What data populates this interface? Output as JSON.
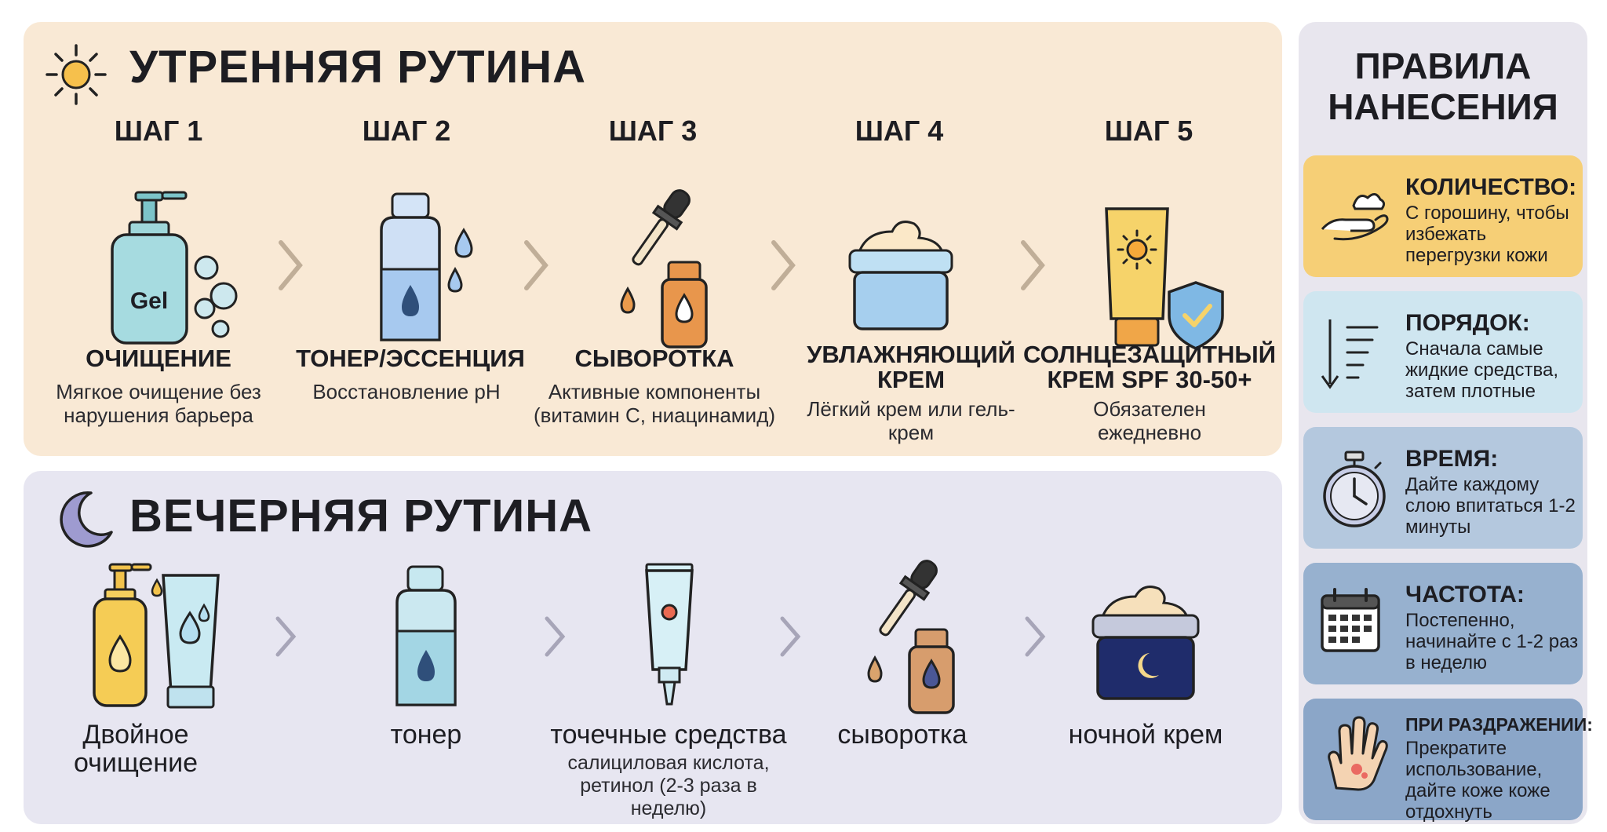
{
  "morning": {
    "title": "УТРЕННЯЯ РУТИНА",
    "steps": [
      {
        "label": "ШАГ 1",
        "name": "ОЧИЩЕНИЕ",
        "desc": "Мягкое очищение без нарушения барьера",
        "icon_label": "Gel"
      },
      {
        "label": "ШАГ 2",
        "name": "ТОНЕР/ЭССЕНЦИЯ",
        "desc": "Восстановление pH"
      },
      {
        "label": "ШАГ 3",
        "name": "СЫВОРОТКА",
        "desc": "Активные компоненты (витамин C, ниацинамид)"
      },
      {
        "label": "ШАГ 4",
        "name": "УВЛАЖНЯЮЩИЙ КРЕМ",
        "desc": "Лёгкий крем или гель-крем"
      },
      {
        "label": "ШАГ 5",
        "name": "СОЛНЦЕЗАЩИТНЫЙ КРЕМ SPF 30-50+",
        "desc": "Обязателен ежедневно"
      }
    ]
  },
  "evening": {
    "title": "ВЕЧЕРНЯЯ РУТИНА",
    "steps": [
      {
        "name": "Двойное очищение",
        "desc": ""
      },
      {
        "name": "тонер",
        "desc": ""
      },
      {
        "name": "точечные средства",
        "desc": "салициловая кислота, ретинол (2-3 раза в неделю)"
      },
      {
        "name": "сыворотка",
        "desc": ""
      },
      {
        "name": "ночной крем",
        "desc": ""
      }
    ]
  },
  "rules": {
    "title": "ПРАВИЛА НАНЕСЕНИЯ",
    "items": [
      {
        "head": "КОЛИЧЕСТВО:",
        "text": "С горошину, чтобы избежать перегрузки кожи",
        "color": "#f6cf76",
        "icon": "hand-cream-icon"
      },
      {
        "head": "ПОРЯДОК:",
        "text": "Сначала самые жидкие средства, затем плотные",
        "color": "#cfe6f0",
        "icon": "order-list-icon"
      },
      {
        "head": "ВРЕМЯ:",
        "text": "Дайте каждому слою впитаться 1-2 минуты",
        "color": "#b4c8de",
        "icon": "stopwatch-icon"
      },
      {
        "head": "ЧАСТОТА:",
        "text": "Постепенно, начинайте с 1-2 раз в неделю",
        "color": "#97b1cf",
        "icon": "calendar-icon"
      },
      {
        "head": "ПРИ РАЗДРАЖЕНИИ:",
        "text": "Прекратите использование, дайте коже коже отдохнуть",
        "color": "#8ba6c8",
        "icon": "irritated-hand-icon"
      }
    ]
  }
}
